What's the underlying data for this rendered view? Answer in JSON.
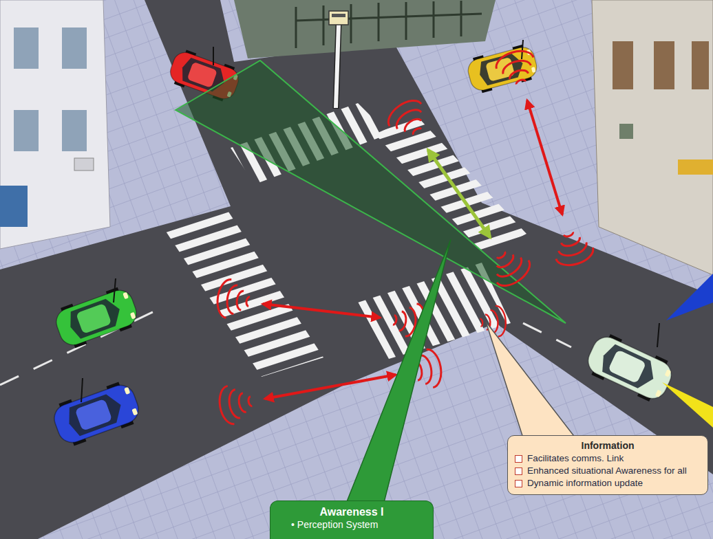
{
  "diagram": {
    "nodes": [
      {
        "text": [
          "Information",
          "Facilitates comms. Link",
          "Enhanced situational Awareness for all",
          "Dynamic information update"
        ]
      },
      {
        "text": [
          "Awareness I",
          "• Perception System"
        ]
      }
    ]
  }
}
